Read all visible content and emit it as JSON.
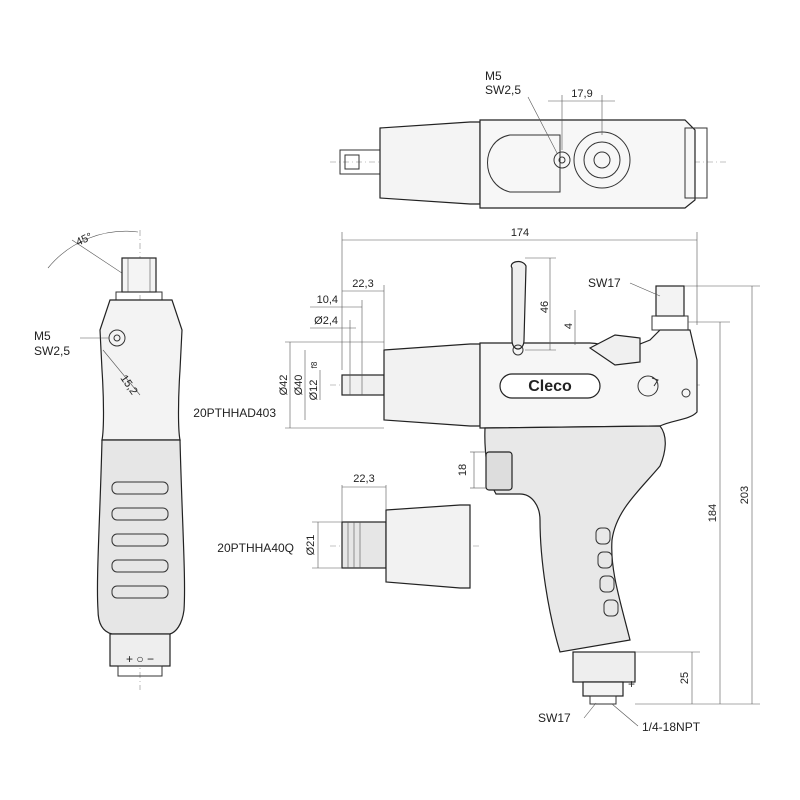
{
  "brand_label": "Cleco",
  "top_view": {
    "dim_width": "17,9",
    "screw_label": "M5",
    "wrench_label": "SW2,5"
  },
  "side_view": {
    "angle": "45°",
    "screw_label": "M5",
    "wrench_label": "SW2,5",
    "dim_offset": "15,2",
    "controls_label": "+ ○ −"
  },
  "main_view": {
    "dims": {
      "total_length": "174",
      "front_22": "22,3",
      "front_10": "10,4",
      "dia_2": "Ø2,4",
      "lever_46": "46",
      "gap_4": "4",
      "dia_42": "Ø42",
      "dia_40": "Ø40",
      "dia_12": "Ø12",
      "dia_12_tol": "f8",
      "trigger_18": "18",
      "height_184": "184",
      "height_203": "203",
      "base_25": "25"
    },
    "inlet_wrench": "SW17",
    "bottom_wrench": "SW17",
    "inlet_thread": "1/4-18NPT",
    "attachment_1": "20PTHHAD403"
  },
  "attachment_view": {
    "dim_22": "22,3",
    "dia_21": "Ø21",
    "label": "20PTHHA40Q"
  }
}
